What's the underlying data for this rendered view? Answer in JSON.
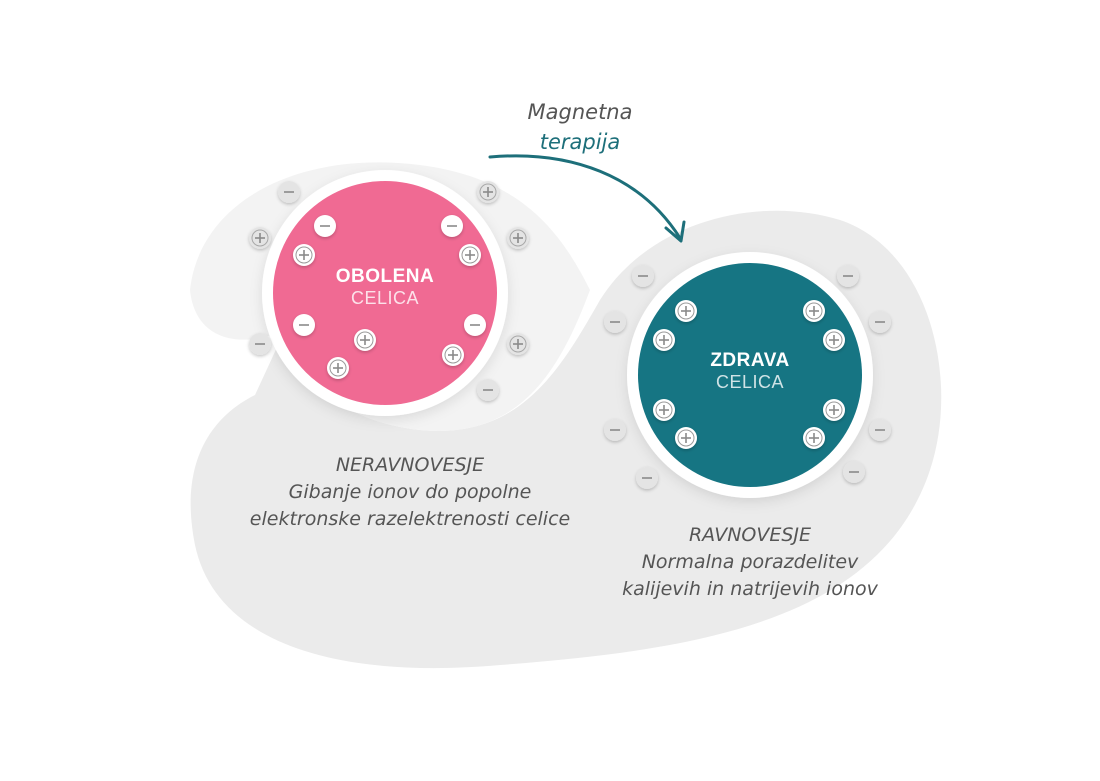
{
  "therapy": {
    "line1": "Magnetna",
    "line2": "terapija"
  },
  "diseased_cell": {
    "title": "OBOLENA",
    "subtitle": "CELICA",
    "color": "#f06a93"
  },
  "healthy_cell": {
    "title": "ZDRAVA",
    "subtitle": "CELICA",
    "color": "#167583"
  },
  "imbalance": {
    "heading": "NERAVNOVESJE",
    "line1": "Gibanje ionov do popolne",
    "line2": "elektronske razelektrenosti celice"
  },
  "balance": {
    "heading": "RAVNOVESJE",
    "line1": "Normalna porazdelitev",
    "line2": "kalijevih in natrijevih ionov"
  },
  "colors": {
    "accent": "#1d6f7a",
    "background_blob": "#ececec",
    "ion_fill": "#e6e6e6"
  }
}
